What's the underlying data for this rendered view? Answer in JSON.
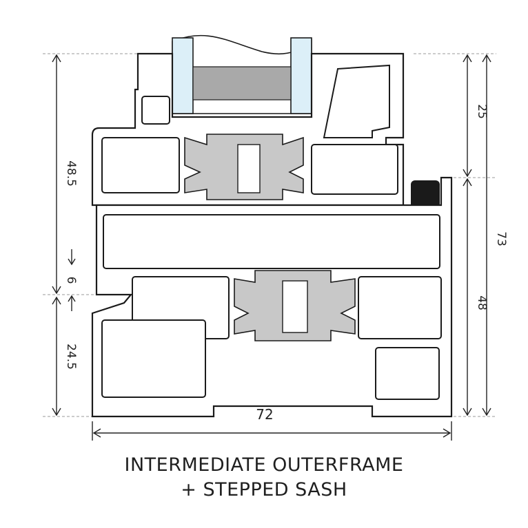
{
  "title": {
    "line1": "INTERMEDIATE OUTERFRAME",
    "line2": "+ STEPPED SASH"
  },
  "dimensions": {
    "top_left_height": "48.5",
    "gap": "6",
    "bottom_left_height": "24.5",
    "top_right_height": "25",
    "right_lower_height": "48",
    "right_total_height": "73",
    "bottom_width": "72"
  },
  "colors": {
    "profile_stroke": "#1a1a1a",
    "thermal_break": "#c8c8c8",
    "glass_edge": "#dceff8",
    "gasket": "#1a1a1a",
    "spacer": "#a9a9a9"
  }
}
